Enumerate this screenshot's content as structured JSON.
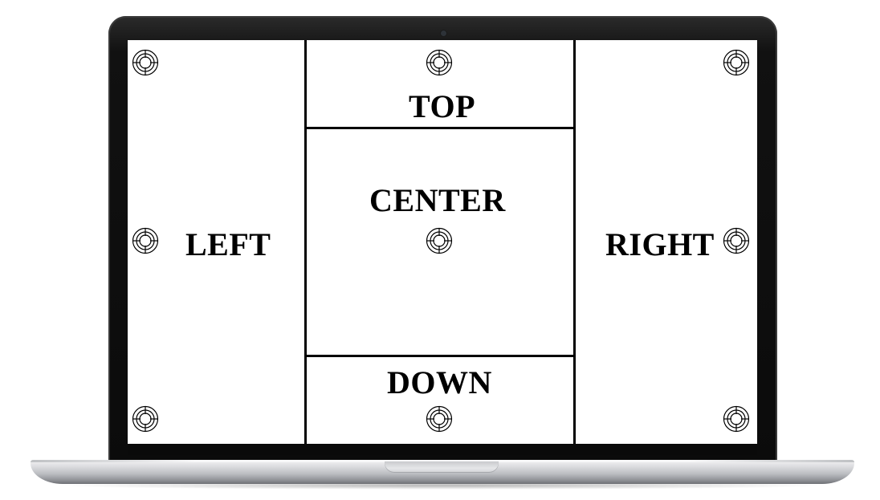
{
  "regions": {
    "left": "LEFT",
    "top": "TOP",
    "center": "CENTER",
    "right": "RIGHT",
    "down": "DOWN"
  },
  "icons": {
    "target": "crosshair-target-icon"
  },
  "colors": {
    "screen": "#ffffff",
    "lines": "#000000",
    "bezel": "#0b0b0b",
    "aluminum": "#c5c7ca"
  }
}
